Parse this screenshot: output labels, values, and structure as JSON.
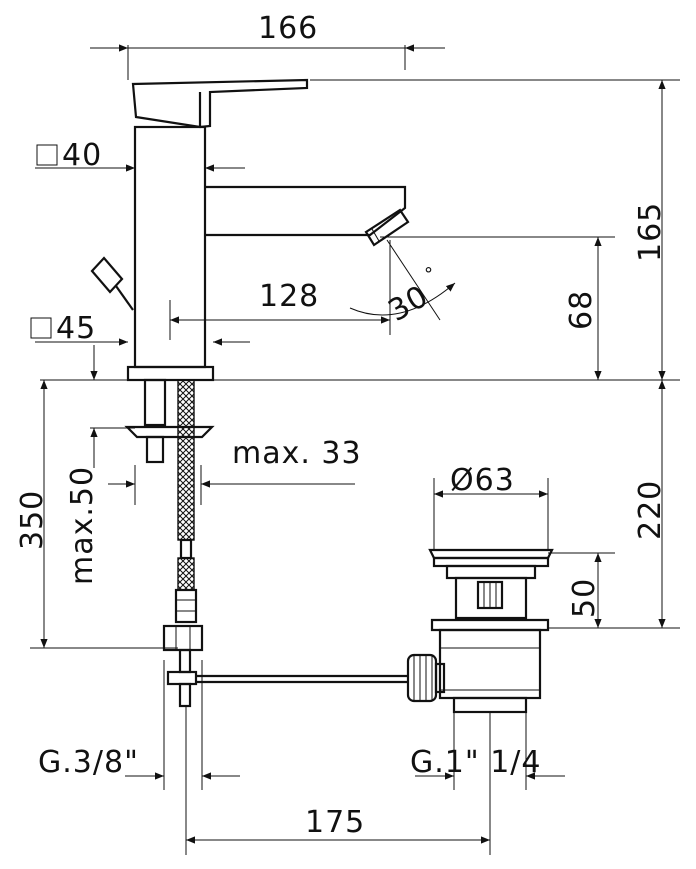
{
  "dimensions": {
    "width_top": "166",
    "height_spout": "165",
    "square_40": "40",
    "square_45": "45",
    "reach": "128",
    "angle": "30",
    "degree": "°",
    "spout_height": "68",
    "below_deck": "220",
    "max_thickness": "max.50",
    "max_diameter": "max. 33",
    "hose_length": "350",
    "drain_diameter": "Ø63",
    "drain_height": "50",
    "thread_left": "G.3/8\"",
    "thread_right": "G.1\" 1/4",
    "center_distance": "175"
  }
}
